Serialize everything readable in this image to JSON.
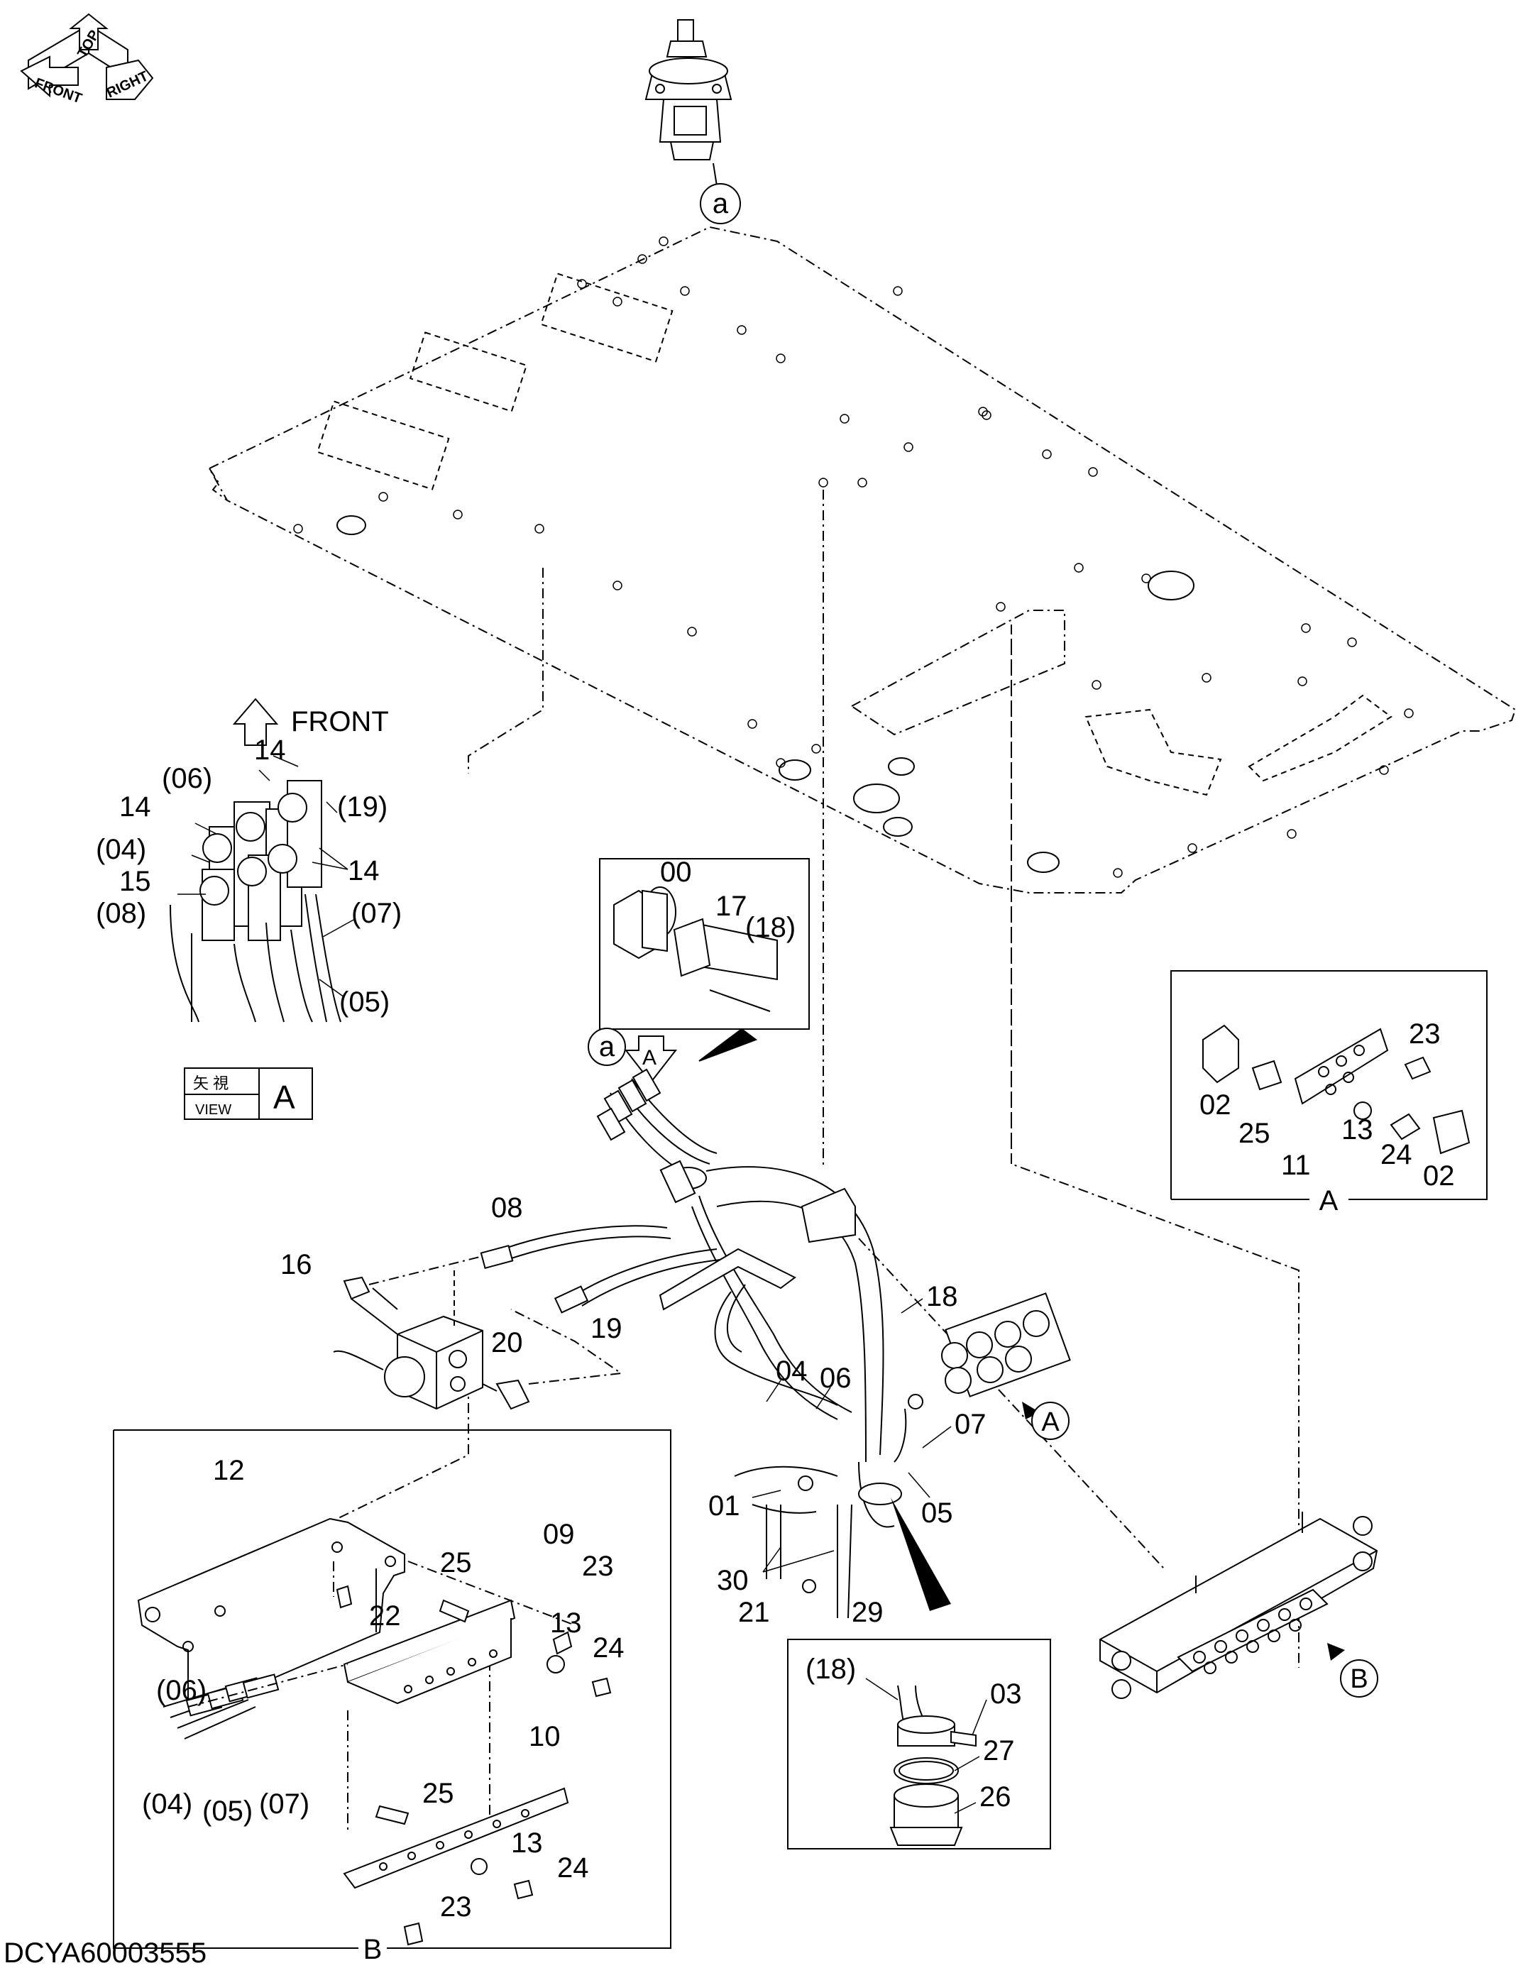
{
  "orientation": {
    "top": "TOP",
    "front": "FRONT",
    "right": "RIGHT"
  },
  "drawing_id": "DCYA60003555",
  "view_a": {
    "direction": "FRONT",
    "kanji": "矢 視",
    "view": "VIEW",
    "letter": "A"
  },
  "callouts": {
    "a_top": "a",
    "a_harness": "a",
    "arrow_A": "A",
    "A_valve": "A",
    "B_block": "B"
  },
  "frames": {
    "frame_A": "A",
    "frame_B": "B"
  },
  "labels": {
    "va_14a": "14",
    "va_06": "(06)",
    "va_19": "(19)",
    "va_14b": "14",
    "va_04": "(04)",
    "va_14c": "14",
    "va_15": "15",
    "va_08": "(08)",
    "va_07": "(07)",
    "va_05": "(05)",
    "d1_00": "00",
    "d1_17": "17",
    "d1_18": "(18)",
    "fa_23": "23",
    "fa_02a": "02",
    "fa_25": "25",
    "fa_11": "11",
    "fa_13": "13",
    "fa_24": "24",
    "fa_02b": "02",
    "m_08": "08",
    "m_16": "16",
    "m_19": "19",
    "m_20": "20",
    "m_18": "18",
    "m_04": "04",
    "m_06": "06",
    "m_07": "07",
    "m_01": "01",
    "m_05": "05",
    "m_30": "30",
    "m_21": "21",
    "m_29": "29",
    "fb_12": "12",
    "fb_09": "09",
    "fb_25a": "25",
    "fb_23a": "23",
    "fb_22": "22",
    "fb_13a": "13",
    "fb_24a": "24",
    "fb_06": "(06)",
    "fb_10": "10",
    "fb_04": "(04)",
    "fb_05": "(05)",
    "fb_07": "(07)",
    "fb_25b": "25",
    "fb_13b": "13",
    "fb_24b": "24",
    "fb_23b": "23",
    "d2_18": "(18)",
    "d2_03": "03",
    "d2_27": "27",
    "d2_26": "26"
  }
}
